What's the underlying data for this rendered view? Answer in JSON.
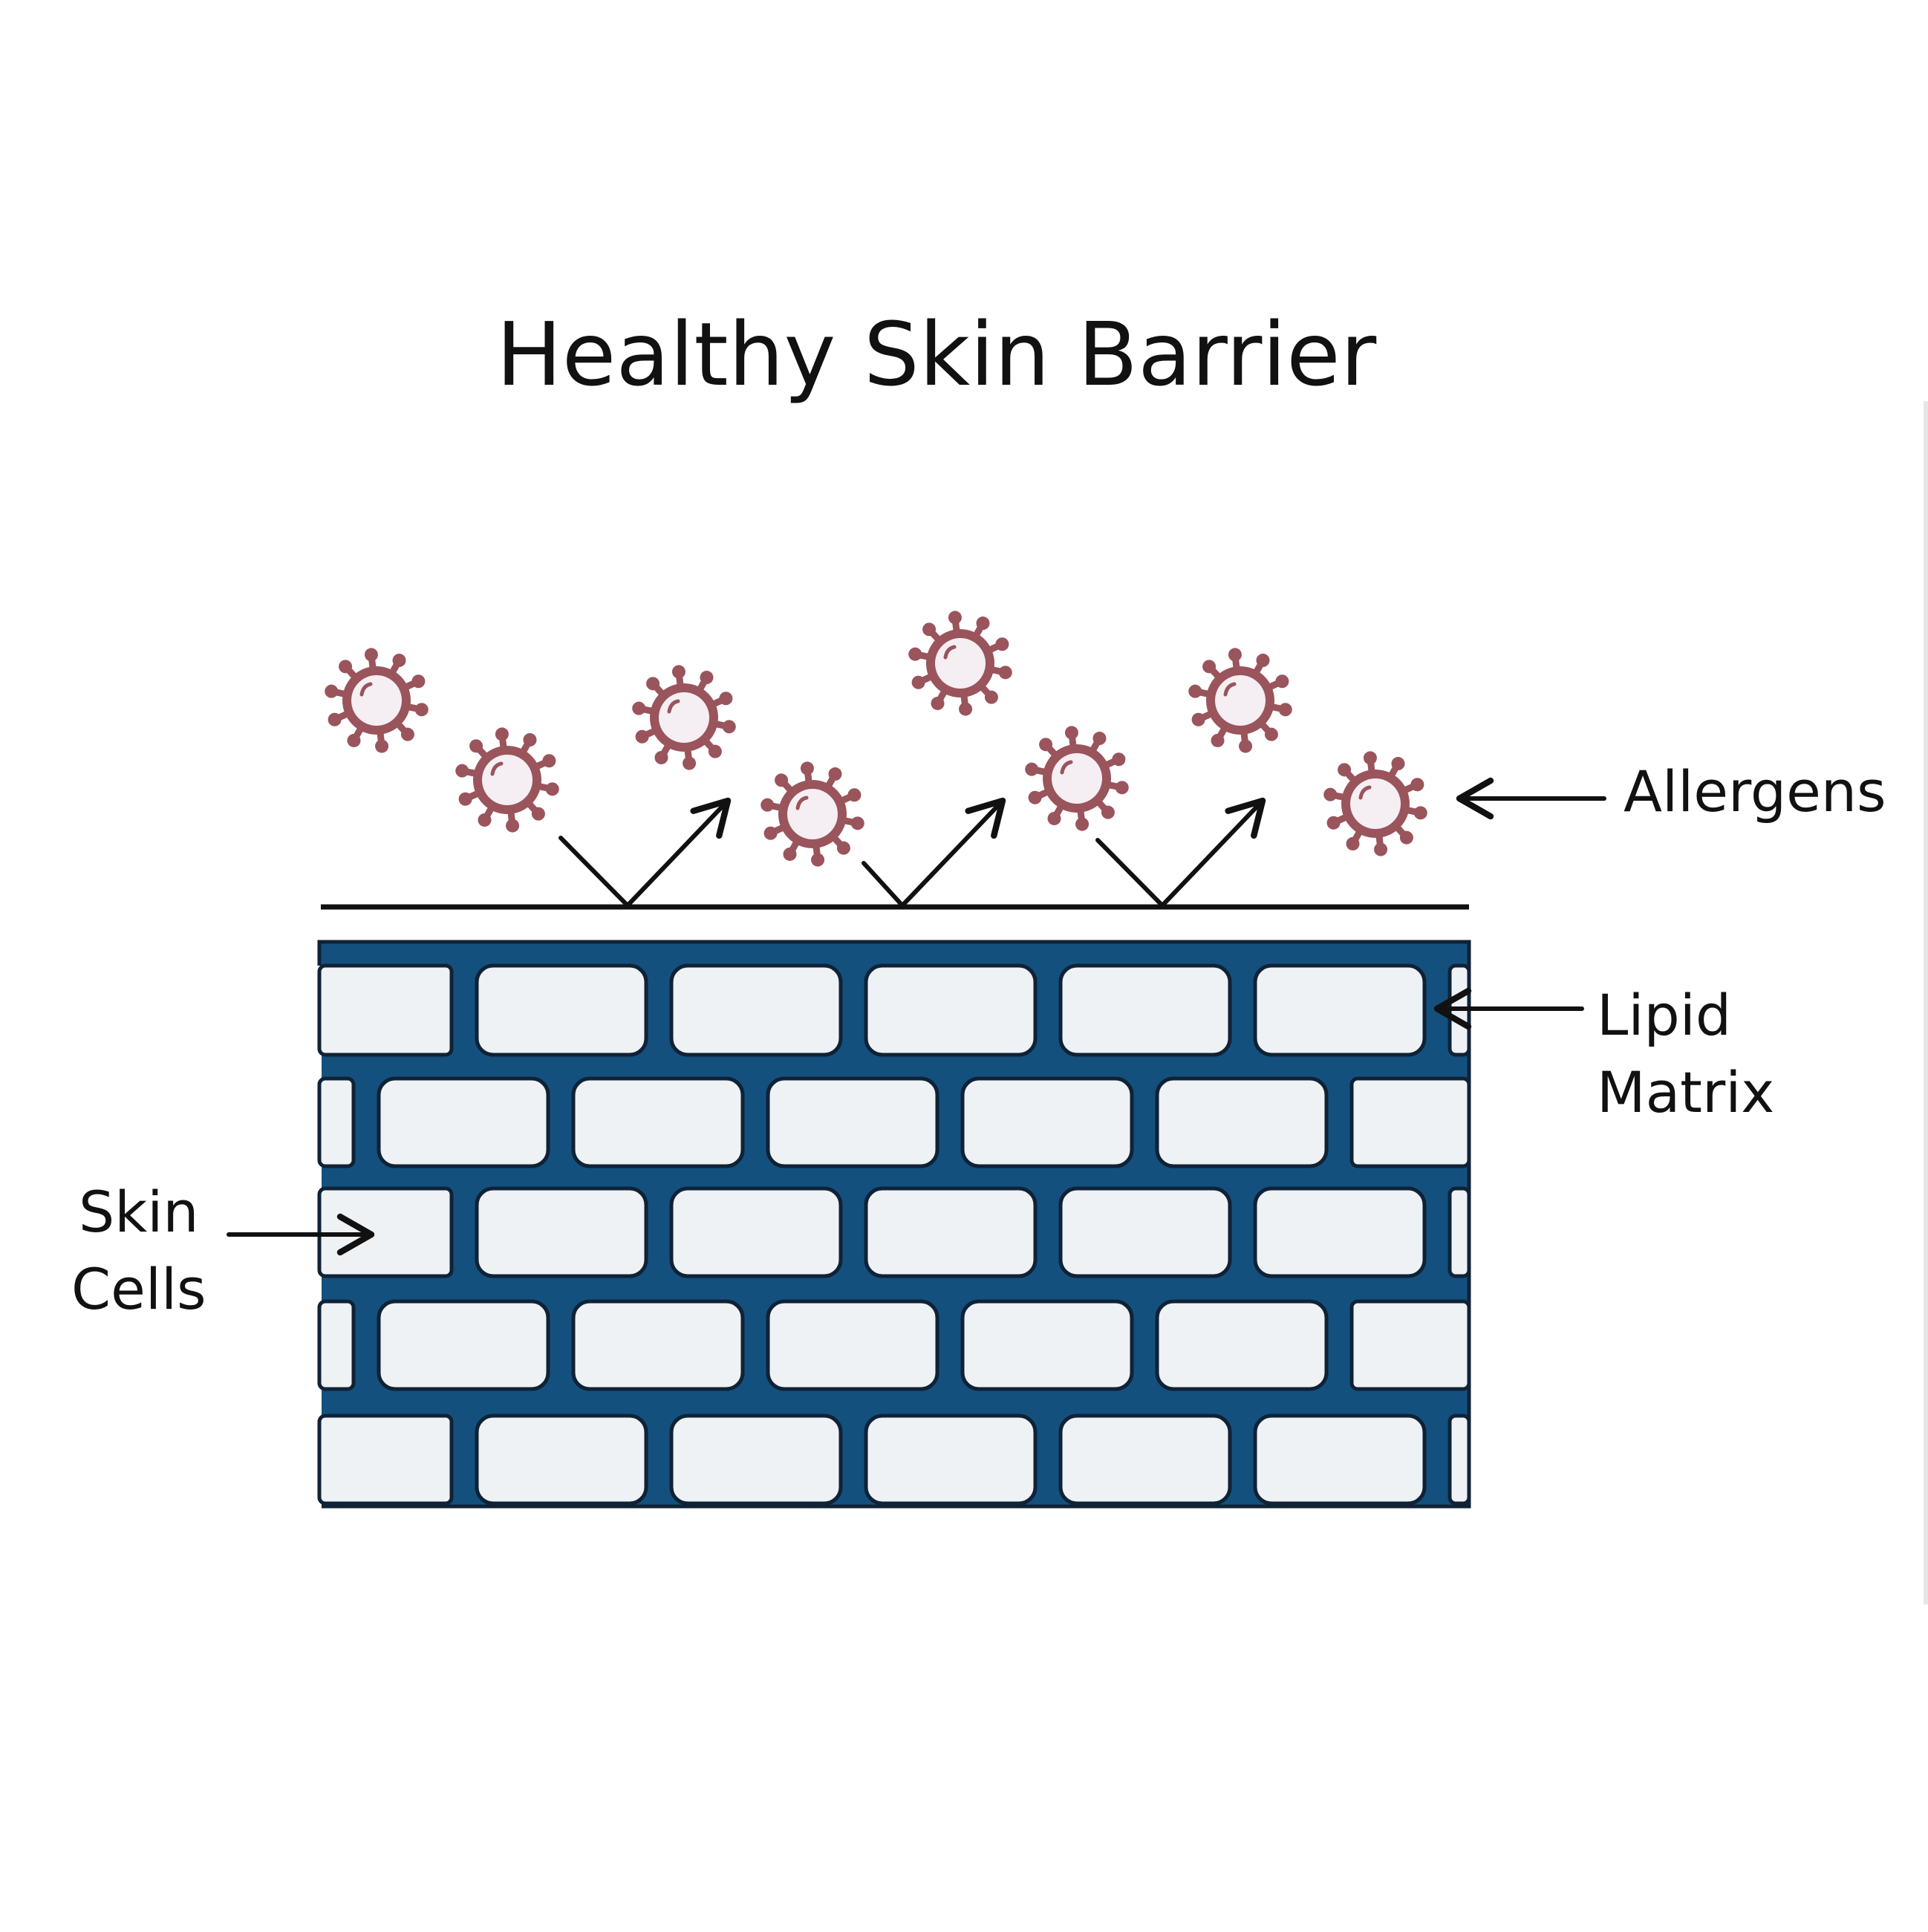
{
  "title": "Healthy Skin Barrier",
  "labels": {
    "allergens": "Allergens",
    "lipid_matrix_line1": "Lipid",
    "lipid_matrix_line2": "Matrix",
    "skin_cells_line1": "Skin",
    "skin_cells_line2": "Cells"
  },
  "colors": {
    "lipid_matrix": "#14507e",
    "skin_cell_fill": "#eef2f5",
    "cell_outline": "#0f2236",
    "allergen_spike": "#9a545c",
    "allergen_body": "#f5eef2",
    "line": "#111111"
  },
  "icons": {
    "allergen": "virus-particle-icon",
    "deflection": "deflection-arrow-icon",
    "pointer": "pointer-arrow-icon"
  }
}
